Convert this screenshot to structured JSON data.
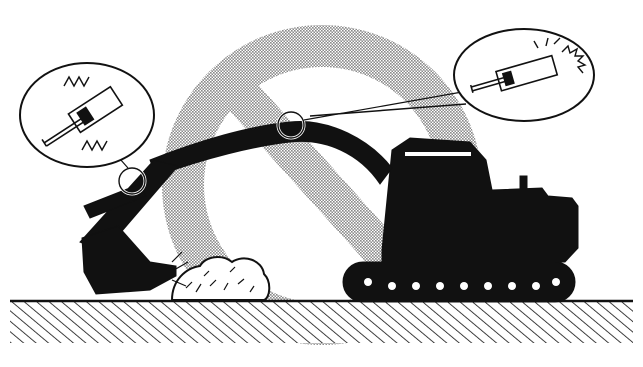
{
  "figure": {
    "subject": "excavator-warning-illustration",
    "prohibition_symbol": "no-sign",
    "callouts": [
      "boom-cylinder-detail",
      "arm-cylinder-detail"
    ]
  },
  "colors": {
    "ink": "#111111",
    "background": "#ffffff",
    "halftone_grey": "#9a9a9a"
  }
}
